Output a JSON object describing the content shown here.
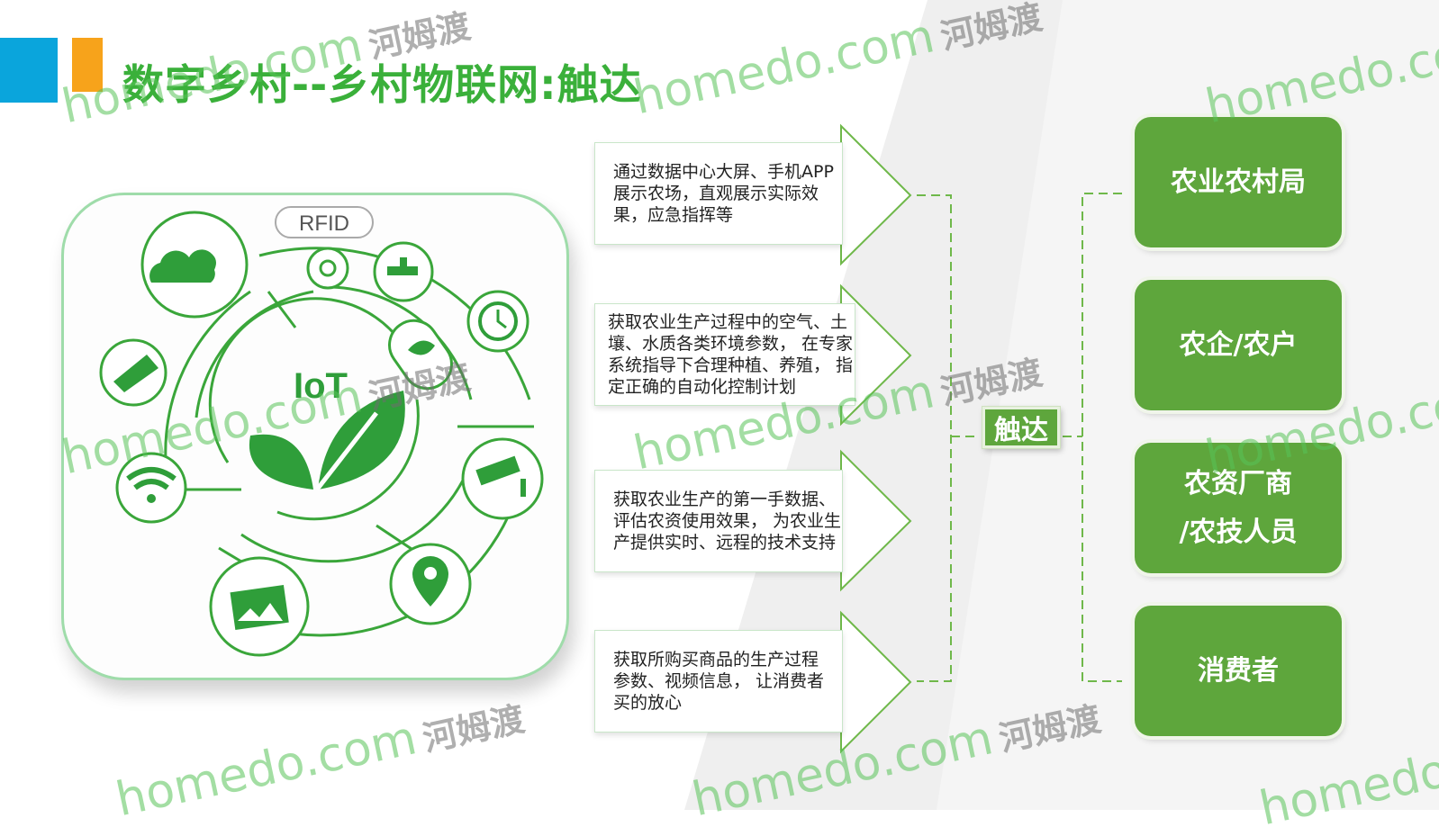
{
  "title": "数字乡村--乡村物联网:触达",
  "iot": {
    "rfid_label": "RFID",
    "center_label": "IoT"
  },
  "descriptions": [
    "通过数据中心大屏、手机APP\n展示农场，直观展示实际效\n果，应急指挥等",
    "获取农业生产过程中的空气、土\n壤、水质各类环境参数， 在专家\n系统指导下合理种植、养殖， 指\n定正确的自动化控制计划",
    "获取农业生产的第一手数据、\n评估农资使用效果， 为农业生\n产提供实时、远程的技术支持",
    "获取所购买商品的生产过程\n参数、视频信息， 让消费者\n买的放心"
  ],
  "center_node": "触达",
  "targets": [
    "农业农村局",
    "农企/农户",
    "农资厂商\n/农技人员",
    "消费者"
  ],
  "watermark": {
    "latin": "homedo.com",
    "cn": "河姆渡"
  },
  "colors": {
    "green": "#5ea63c",
    "title_green": "#3ab03a",
    "blue": "#0aa5dc",
    "orange": "#f7a31b"
  }
}
